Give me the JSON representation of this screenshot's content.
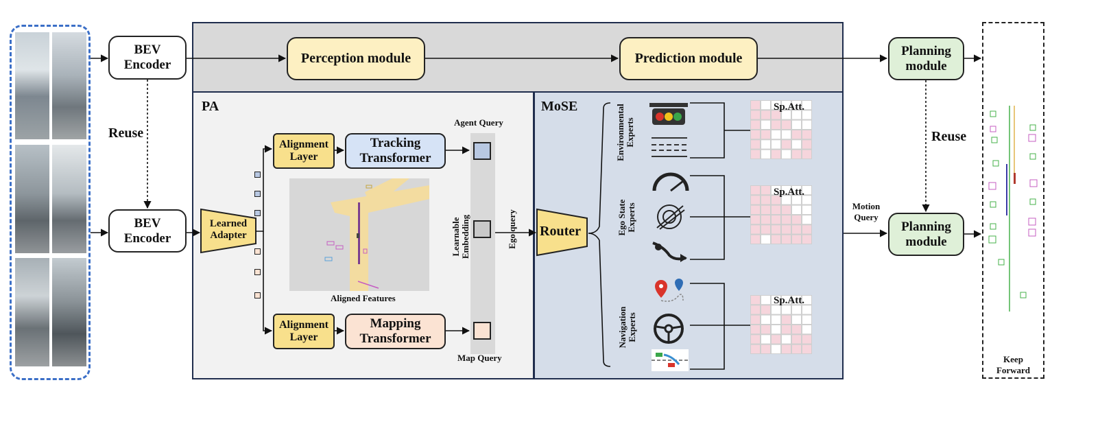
{
  "left_encoder_top": "BEV Encoder",
  "left_encoder_bottom": "BEV Encoder",
  "left_reuse": "Reuse",
  "perception": "Perception module",
  "prediction": "Prediction module",
  "planning_top": "Planning module",
  "planning_bottom": "Planning module",
  "right_reuse": "Reuse",
  "motion_query": "Motion Query",
  "keep_forward": "Keep Forward",
  "pa": {
    "title": "PA",
    "learned_adapter": "Learned Adapter",
    "alignment_top": "Alignment Layer",
    "alignment_bottom": "Alignment Layer",
    "tracking": "Tracking Transformer",
    "mapping": "Mapping Transformer",
    "aligned_features": "Aligned Features",
    "agent_query": "Agent Query",
    "map_query": "Map Query",
    "learnable_embedding": "Learnable Embedding",
    "ego_query": "Ego query"
  },
  "mose": {
    "title": "MoSE",
    "router": "Router",
    "environmental": "Environmental Experts",
    "ego_state": "Ego State Experts",
    "navigation": "Navigation Experts",
    "sp_att": [
      "Sp.Att.",
      "Sp.Att.",
      "Sp.Att."
    ]
  },
  "colors": {
    "panel_border": "#1f2d4d",
    "top_band": "#d9d9d9",
    "pa_bg": "#f2f2f2",
    "mose_bg": "#d5dde9",
    "camera_dash": "#3b6fc7",
    "grid_pink": "#f6d5dc"
  }
}
